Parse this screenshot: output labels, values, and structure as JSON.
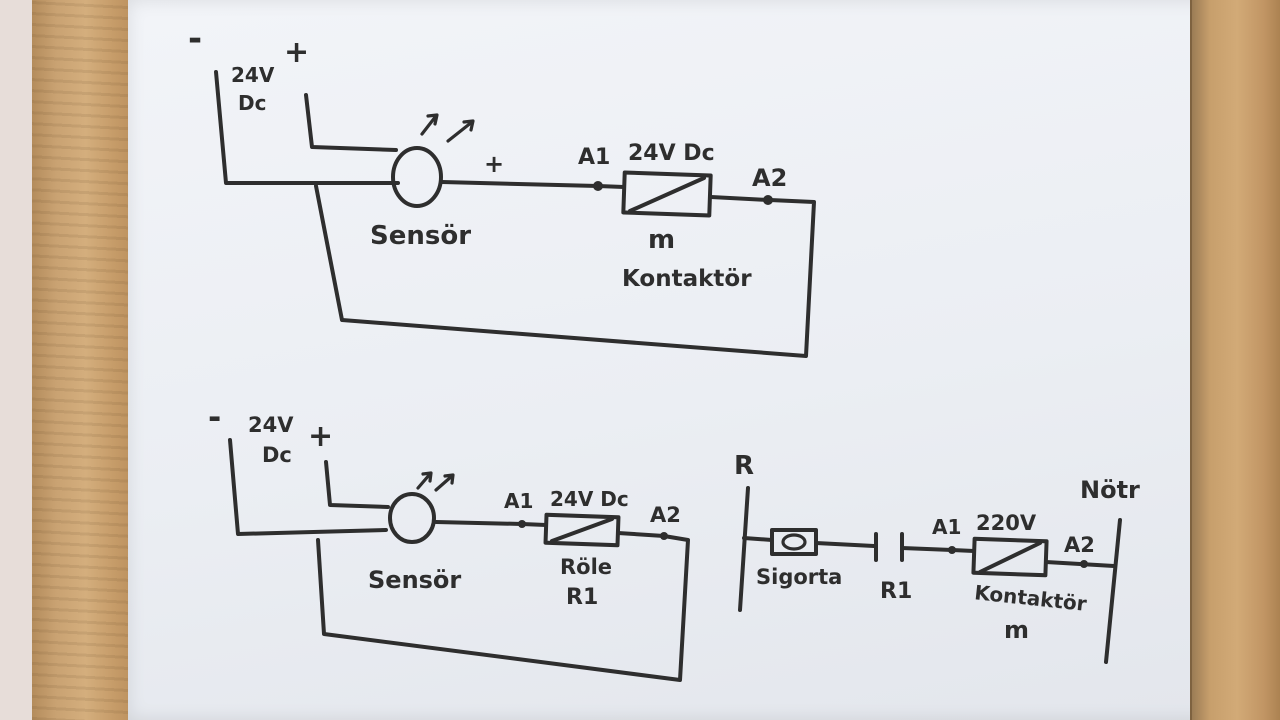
{
  "colors": {
    "ink": "#2e2e2e",
    "board": "#eef0f4",
    "frame": "#c9a272"
  },
  "circuit1": {
    "minus": "-",
    "voltage": "24V",
    "dc": "Dc",
    "plus": "+",
    "sensor_plus": "+",
    "a1": "A1",
    "a2": "A2",
    "coil_voltage": "24V Dc",
    "sensor": "Sensör",
    "m": "m",
    "kontaktor": "Kontaktör"
  },
  "circuit2": {
    "minus": "-",
    "voltage": "24V",
    "dc": "Dc",
    "plus": "+",
    "a1": "A1",
    "a2": "A2",
    "coil_voltage": "24V Dc",
    "sensor": "Sensör",
    "role": "Röle",
    "r1": "R1"
  },
  "circuit3": {
    "r": "R",
    "notr": "Nötr",
    "sigorta": "Sigorta",
    "r1": "R1",
    "a1": "A1",
    "a2": "A2",
    "coil_voltage": "220V",
    "kontaktor": "Kontaktör",
    "m": "m"
  }
}
